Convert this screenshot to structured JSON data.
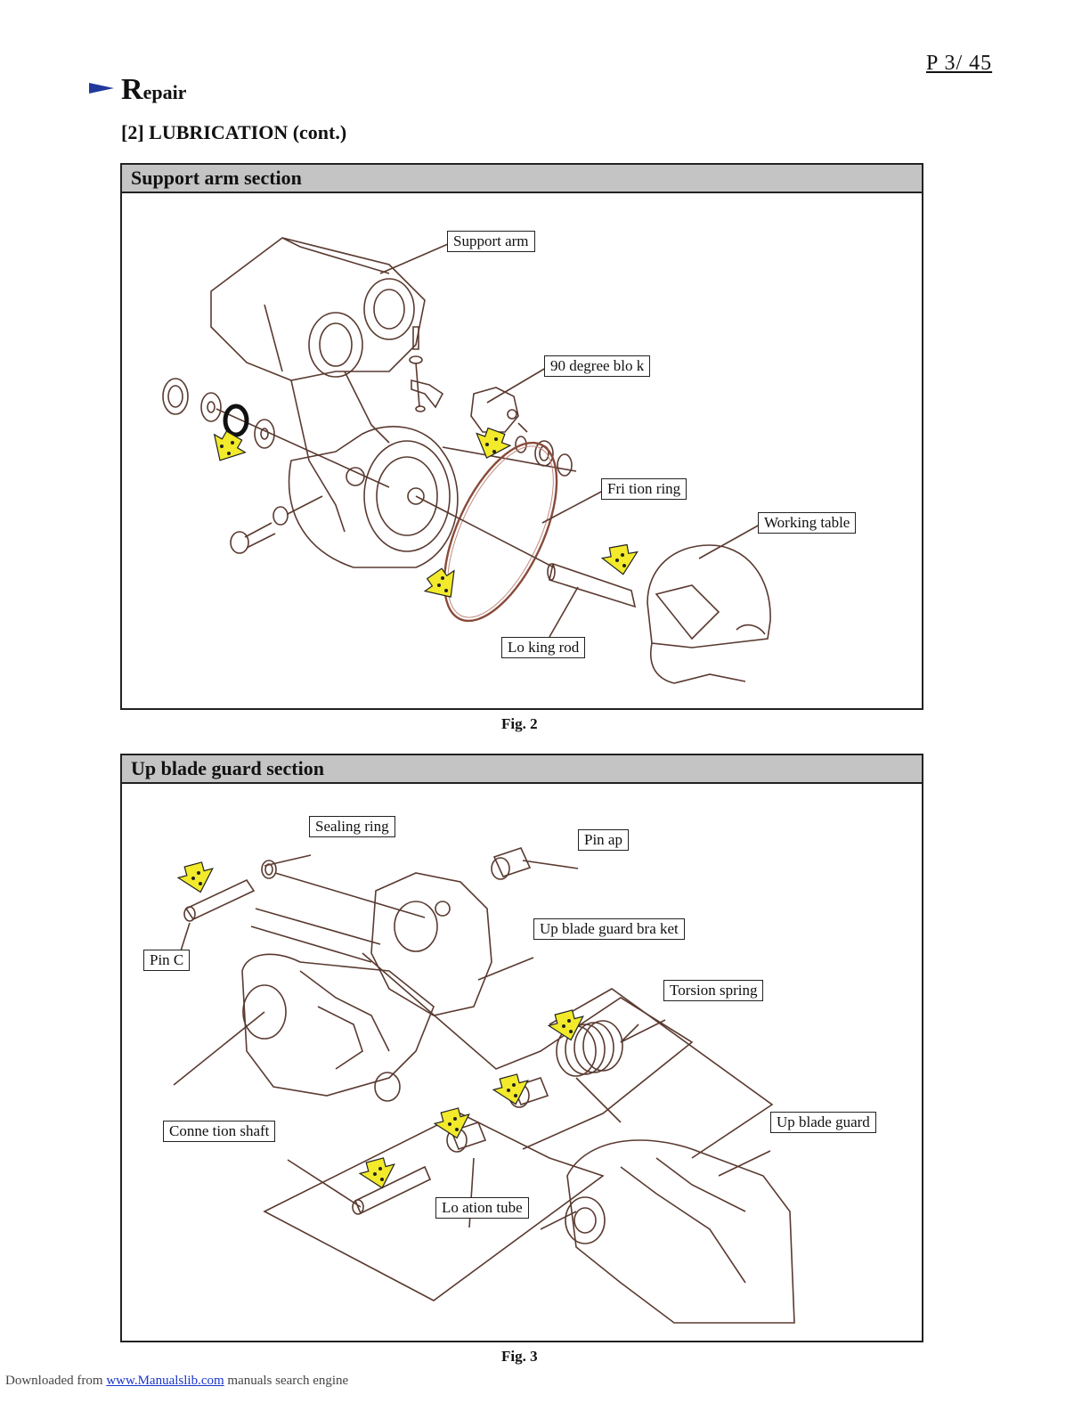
{
  "page_number": "P  3/ 45",
  "heading": {
    "first_letter": "R",
    "rest": "epair"
  },
  "subtitle": "[2] LUBRICATION (cont.)",
  "section1": {
    "title": "Support arm section",
    "labels": {
      "support_arm": "Support arm",
      "degree_block": "90 degree blo  k",
      "friction_ring": "Fri  tion ring",
      "working_table": "Working table",
      "locking_rod": "Lo  king rod"
    },
    "figure": "Fig. 2"
  },
  "section2": {
    "title": "Up blade guard section",
    "labels": {
      "sealing_ring": "Sealing ring",
      "pin_cap": "Pin   ap",
      "pin_c": "Pin C",
      "bracket": "Up blade guard bra  ket",
      "torsion_spring": "Torsion spring",
      "up_blade_guard": "Up blade guard",
      "connection_shaft": "Conne  tion shaft",
      "location_tube": "Lo  ation tube"
    },
    "figure": "Fig. 3"
  },
  "footer": {
    "prefix": "Downloaded from",
    "link": "www.Manualslib.com",
    "suffix": "manuals search engine"
  },
  "colors": {
    "grease_marker": "#f2ea2a",
    "header_bg": "#c4c4c4",
    "heading_arrow": "#1f3a9a",
    "link": "#1a35c9"
  }
}
